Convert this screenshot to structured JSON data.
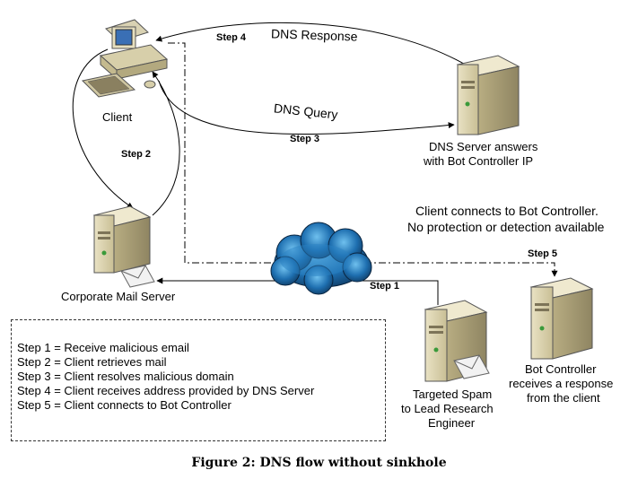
{
  "nodes": {
    "client": "Client",
    "mail_server": "Corporate Mail Server",
    "dns_server": [
      "DNS Server answers",
      "with Bot Controller IP"
    ],
    "bot_controller": [
      "Bot Controller",
      "receives a response",
      "from the client"
    ],
    "spam_source": [
      "Targeted Spam",
      "to Lead Research",
      "Engineer"
    ]
  },
  "arrows": {
    "dns_response": "DNS Response",
    "dns_query": "DNS Query",
    "step1": "Step 1",
    "step2": "Step 2",
    "step3": "Step 3",
    "step4": "Step 4",
    "step5": "Step 5"
  },
  "note": [
    "Client connects to Bot Controller.",
    "No protection or detection available"
  ],
  "legend": [
    "Step 1 = Receive malicious email",
    "Step 2 = Client retrieves mail",
    "Step 3 = Client resolves malicious domain",
    "Step 4 = Client receives address provided by DNS Server",
    "Step 5 = Client connects to Bot Controller"
  ],
  "caption": "Figure 2: DNS flow without sinkhole"
}
